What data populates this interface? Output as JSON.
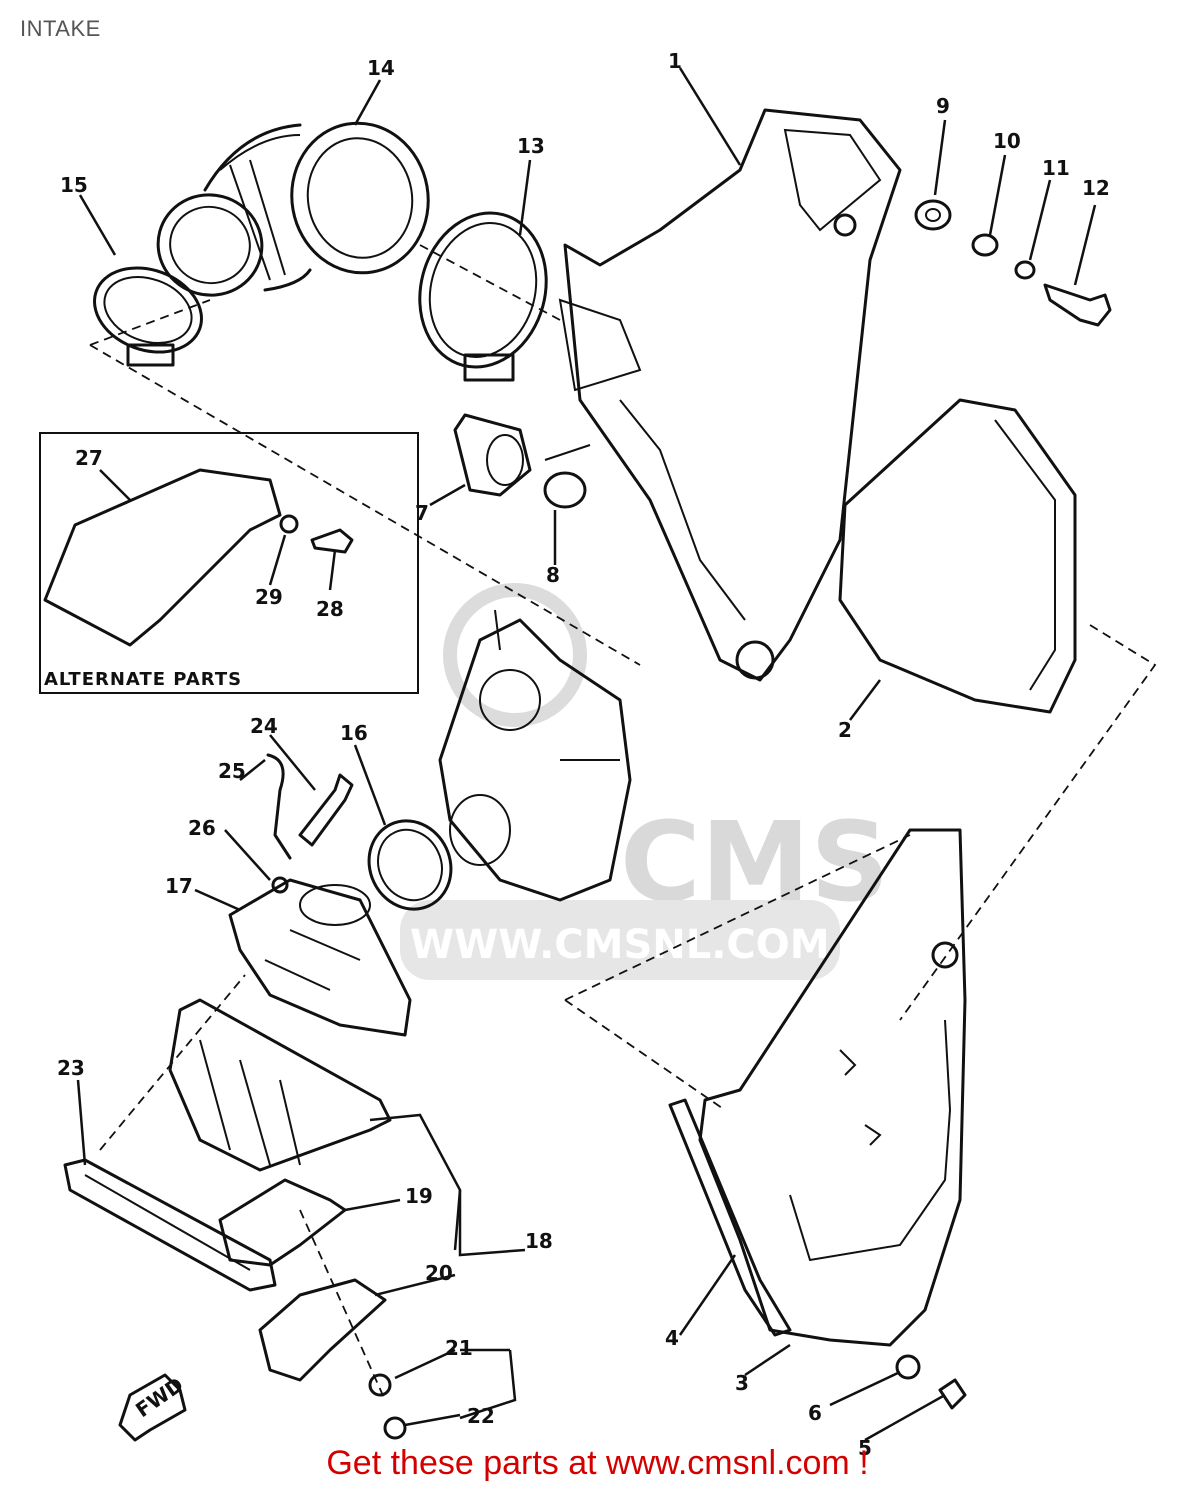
{
  "page": {
    "title": "INTAKE"
  },
  "watermark": {
    "brand": "CMS",
    "url": "WWW.CMSNL.COM"
  },
  "alternate_box": {
    "label": "ALTERNATE PARTS"
  },
  "direction_marker": {
    "label": "FWD"
  },
  "callouts": [
    {
      "id": "c1",
      "label": "1"
    },
    {
      "id": "c2",
      "label": "2"
    },
    {
      "id": "c3",
      "label": "3"
    },
    {
      "id": "c4",
      "label": "4"
    },
    {
      "id": "c5",
      "label": "5"
    },
    {
      "id": "c6",
      "label": "6"
    },
    {
      "id": "c7",
      "label": "7"
    },
    {
      "id": "c8",
      "label": "8"
    },
    {
      "id": "c9",
      "label": "9"
    },
    {
      "id": "c10",
      "label": "10"
    },
    {
      "id": "c11",
      "label": "11"
    },
    {
      "id": "c12",
      "label": "12"
    },
    {
      "id": "c13",
      "label": "13"
    },
    {
      "id": "c14",
      "label": "14"
    },
    {
      "id": "c15",
      "label": "15"
    },
    {
      "id": "c16",
      "label": "16"
    },
    {
      "id": "c17",
      "label": "17"
    },
    {
      "id": "c18",
      "label": "18"
    },
    {
      "id": "c19",
      "label": "19"
    },
    {
      "id": "c20",
      "label": "20"
    },
    {
      "id": "c21",
      "label": "21"
    },
    {
      "id": "c22",
      "label": "22"
    },
    {
      "id": "c23",
      "label": "23"
    },
    {
      "id": "c24",
      "label": "24"
    },
    {
      "id": "c25",
      "label": "25"
    },
    {
      "id": "c26",
      "label": "26"
    },
    {
      "id": "c27",
      "label": "27"
    },
    {
      "id": "c28",
      "label": "28"
    },
    {
      "id": "c29",
      "label": "29"
    }
  ],
  "footer": {
    "link_text": "Get these parts at www.cmsnl.com !"
  }
}
